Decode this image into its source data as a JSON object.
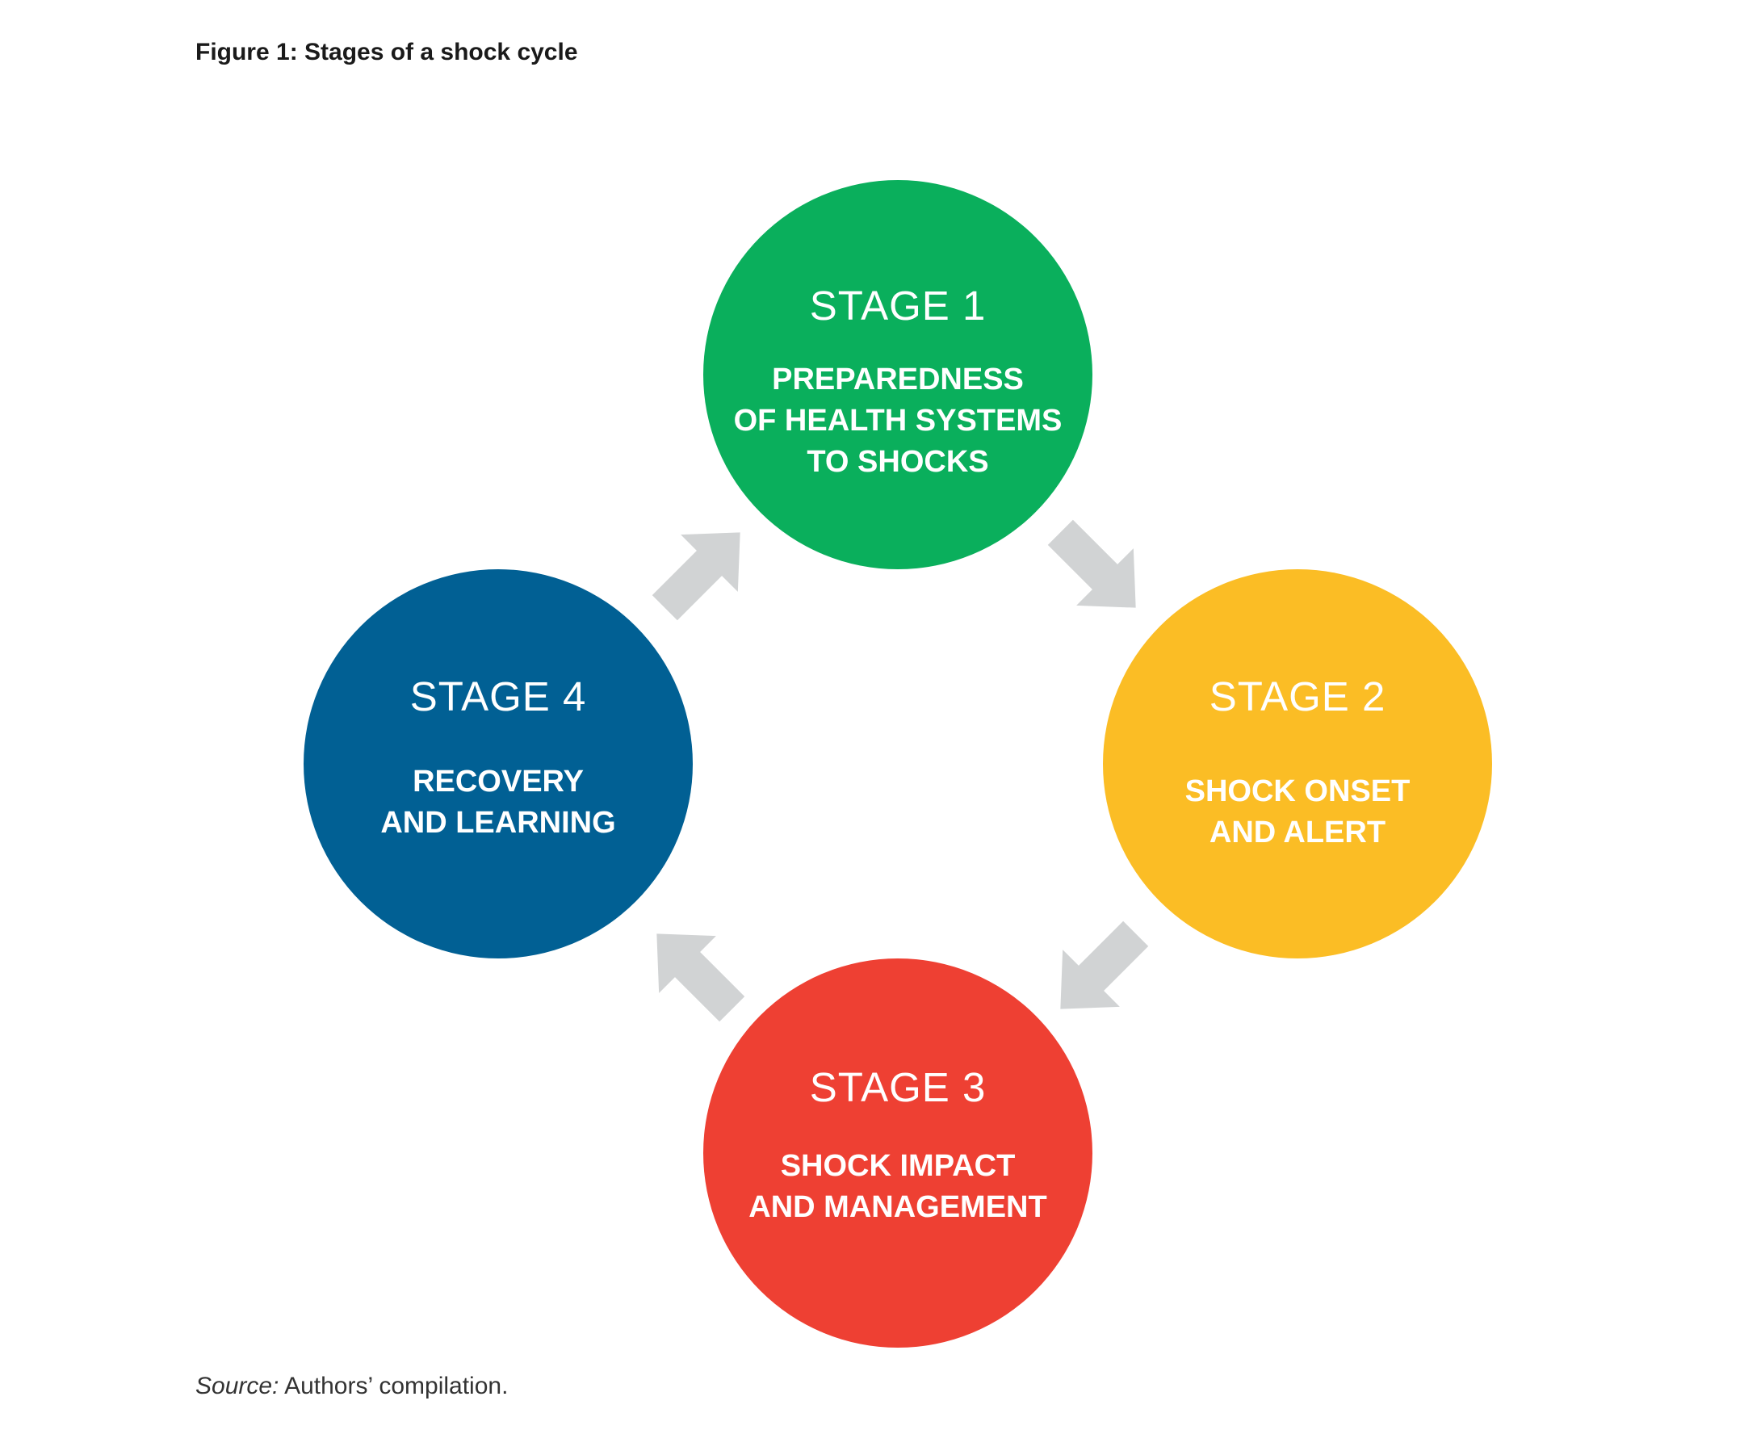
{
  "figure": {
    "title": "Figure 1: Stages of a shock cycle"
  },
  "stages": [
    {
      "title": "STAGE 1",
      "lines": [
        "PREPAREDNESS",
        "OF HEALTH SYSTEMS",
        "TO SHOCKS"
      ],
      "color": "#0aaf5c"
    },
    {
      "title": "STAGE 2",
      "lines": [
        "SHOCK ONSET",
        "AND ALERT"
      ],
      "color": "#fbbd25"
    },
    {
      "title": "STAGE 3",
      "lines": [
        "SHOCK IMPACT",
        "AND MANAGEMENT"
      ],
      "color": "#ee4033"
    },
    {
      "title": "STAGE 4",
      "lines": [
        "RECOVERY",
        "AND LEARNING"
      ],
      "color": "#016094"
    }
  ],
  "arrow_color": "#d1d3d4",
  "source": {
    "label": "Source:",
    "text": " Authors’ compilation."
  }
}
